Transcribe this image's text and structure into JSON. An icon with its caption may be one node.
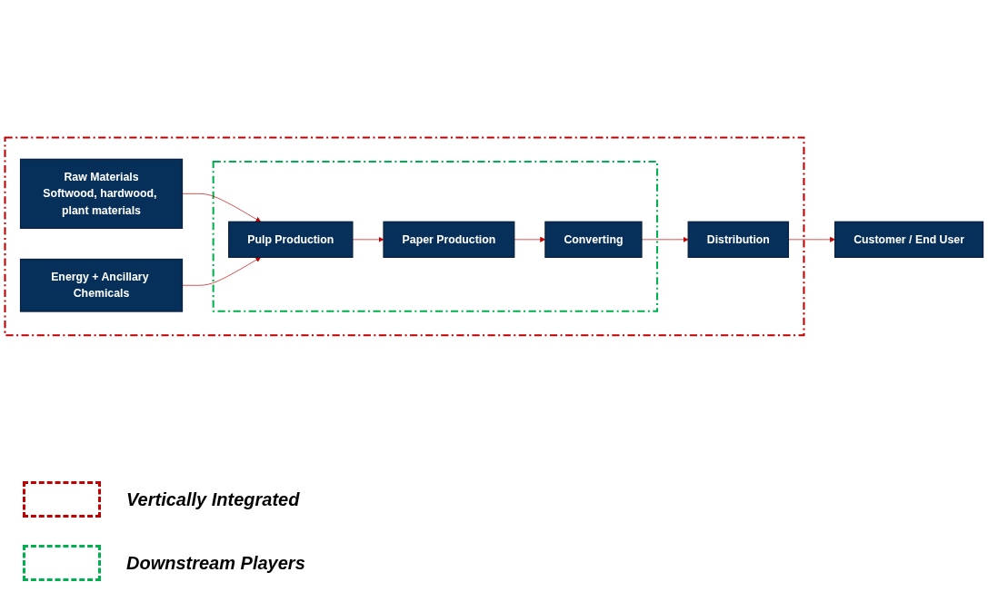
{
  "diagram": {
    "nodes": [
      {
        "text": [],
        "shape": "box"
      },
      {
        "text": [
          "Raw Materials",
          "Softwood, hardwood, plant materials"
        ],
        "in": 0
      },
      {
        "text": [],
        "shape": "box",
        "in": 0
      },
      {
        "text": [
          "Pulp Production"
        ],
        "in": 2
      },
      {
        "text": [
          "Paper Production"
        ],
        "in": 2
      },
      {
        "text": [
          "Converting"
        ],
        "in": 2
      },
      {
        "text": [
          "Energy + Ancillary Chemicals"
        ],
        "in": 0
      },
      {
        "text": [
          "Distribution"
        ],
        "in": 0
      },
      {
        "text": [
          "Customer / End User"
        ]
      }
    ],
    "edges": [
      {
        "from": 1,
        "to": 3,
        "arrow": "to"
      },
      {
        "from": 6,
        "to": 3,
        "arrow": "to"
      },
      {
        "from": 3,
        "to": 4,
        "arrow": "to"
      },
      {
        "from": 4,
        "to": 5,
        "arrow": "to"
      },
      {
        "from": 5,
        "to": 7,
        "arrow": "to"
      },
      {
        "from": 7,
        "to": 8,
        "arrow": "to"
      }
    ],
    "legend": [
      {
        "text": "Vertically Integrated"
      },
      {
        "text": "Downstream Players"
      }
    ]
  }
}
